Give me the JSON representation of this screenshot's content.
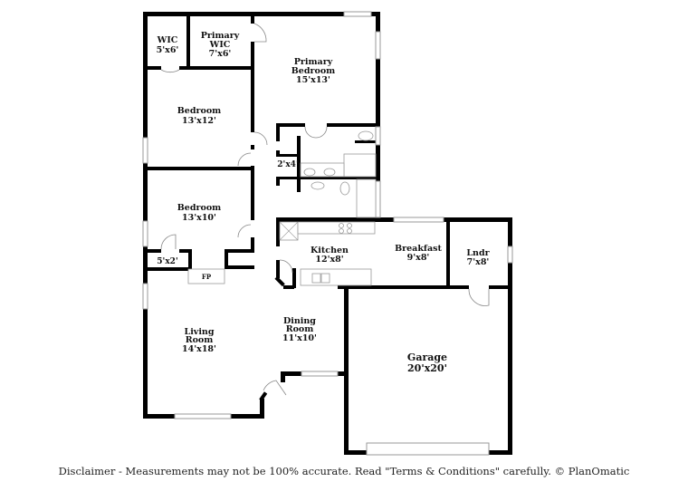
{
  "rooms": {
    "wic": {
      "name": "WIC",
      "size": "5'x6'"
    },
    "primary_wic": {
      "name1": "Primary",
      "name2": "WIC",
      "size": "7'x6'"
    },
    "primary_bedroom": {
      "name1": "Primary",
      "name2": "Bedroom",
      "size": "15'x13'"
    },
    "bedroom1": {
      "name": "Bedroom",
      "size": "13'x12'"
    },
    "closet_hall": {
      "size": "2'x4'"
    },
    "bedroom2": {
      "name": "Bedroom",
      "size": "13'x10'"
    },
    "closet": {
      "size": "5'x2'"
    },
    "fireplace": {
      "name": "FP"
    },
    "kitchen": {
      "name": "Kitchen",
      "size": "12'x8'"
    },
    "breakfast": {
      "name": "Breakfast",
      "size": "9'x8'"
    },
    "laundry": {
      "name": "Lndr",
      "size": "7'x8'"
    },
    "living": {
      "name1": "Living",
      "name2": "Room",
      "size": "14'x18'"
    },
    "dining": {
      "name1": "Dining",
      "name2": "Room",
      "size": "11'x10'"
    },
    "garage": {
      "name": "Garage",
      "size": "20'x20'"
    }
  },
  "disclaimer": "Disclaimer - Measurements may not be 100% accurate. Read \"Terms & Conditions\" carefully. © PlanOmatic"
}
